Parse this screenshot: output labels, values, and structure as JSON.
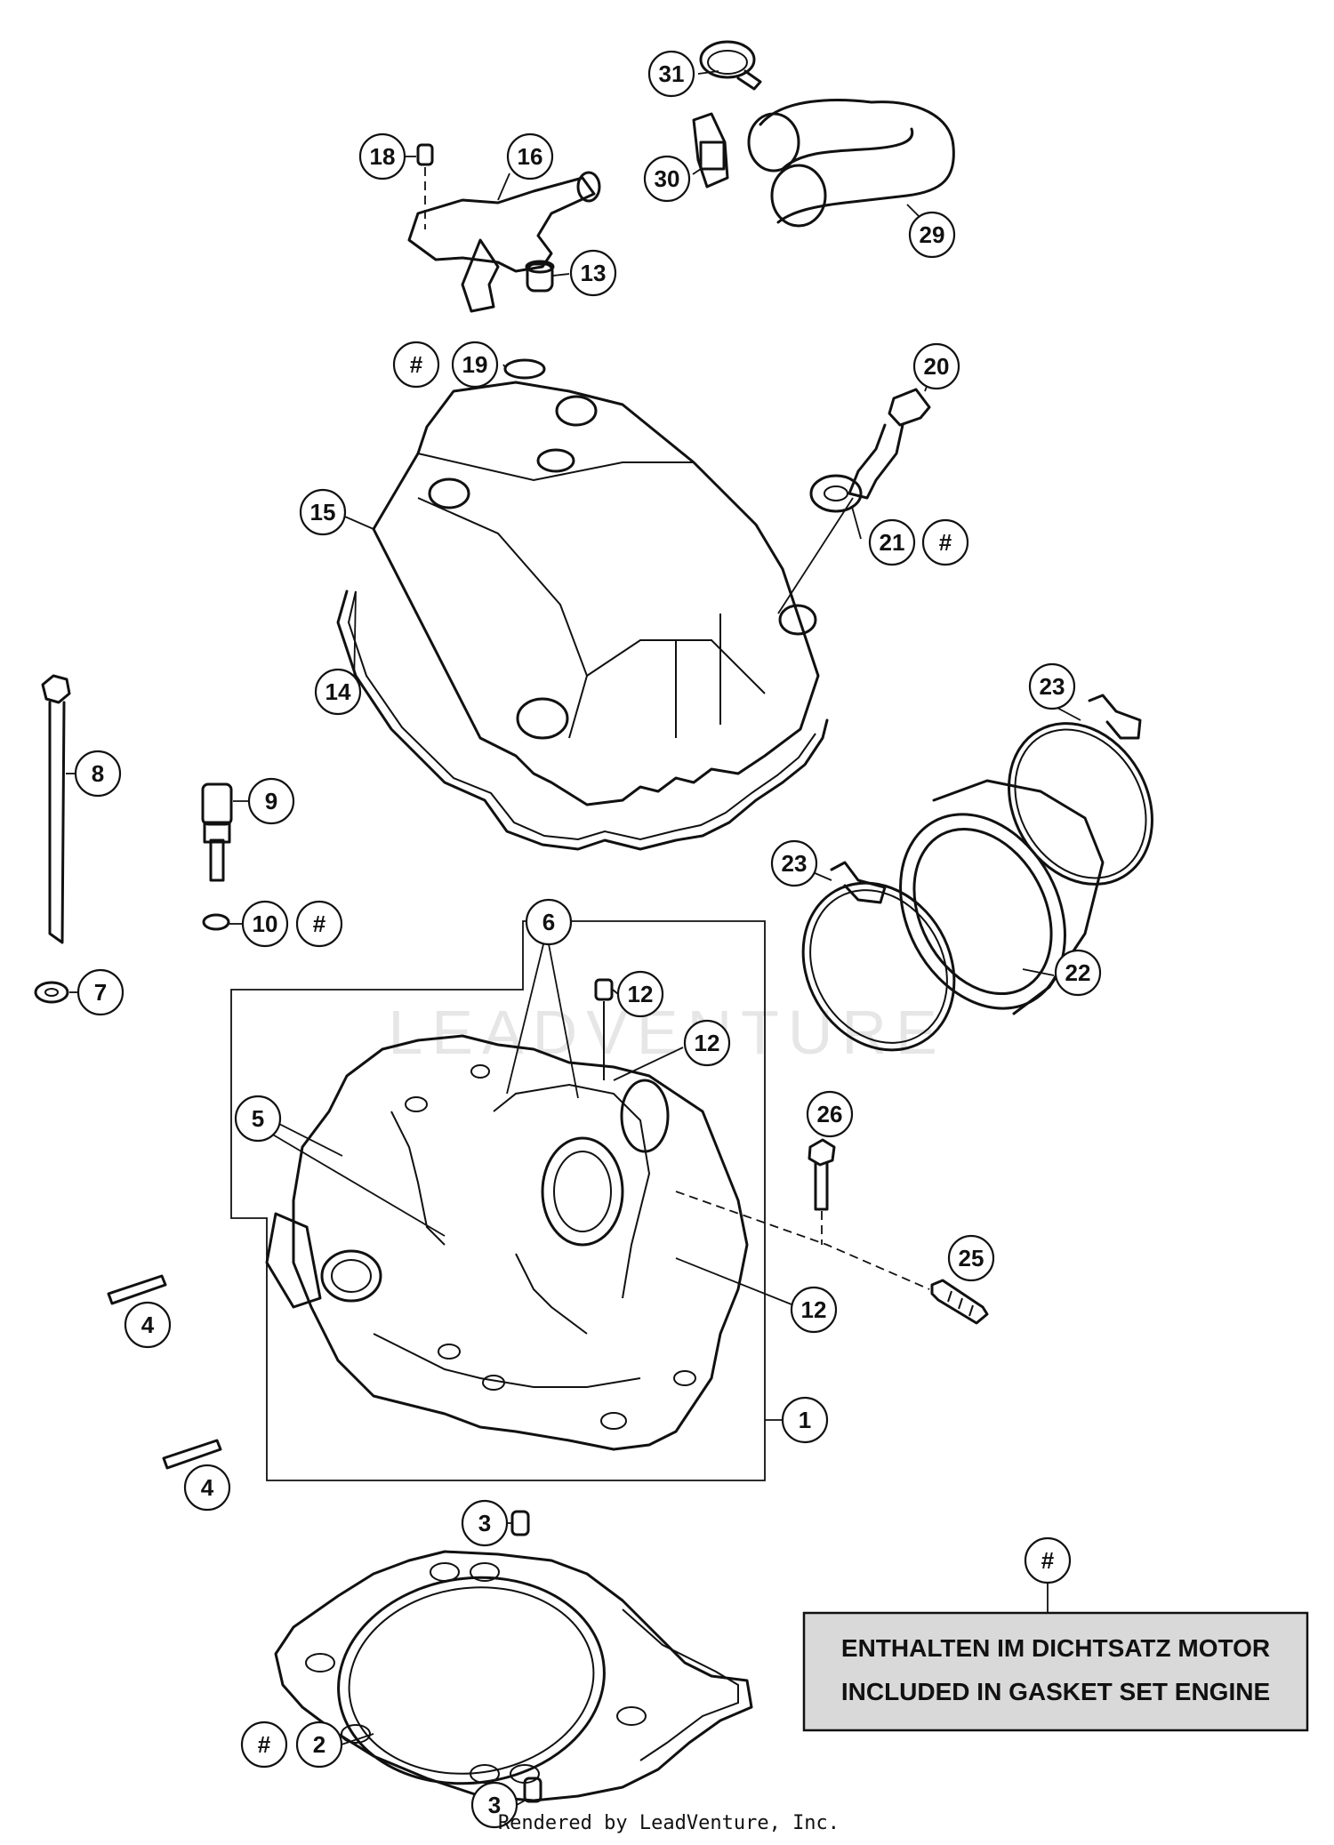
{
  "callouts": [
    {
      "label": "31"
    },
    {
      "label": "18"
    },
    {
      "label": "16"
    },
    {
      "label": "30"
    },
    {
      "label": "29"
    },
    {
      "label": "13"
    },
    {
      "label": "#"
    },
    {
      "label": "19"
    },
    {
      "label": "20"
    },
    {
      "label": "15"
    },
    {
      "label": "21"
    },
    {
      "label": "#"
    },
    {
      "label": "14"
    },
    {
      "label": "23"
    },
    {
      "label": "8"
    },
    {
      "label": "9"
    },
    {
      "label": "23"
    },
    {
      "label": "10"
    },
    {
      "label": "#"
    },
    {
      "label": "7"
    },
    {
      "label": "22"
    },
    {
      "label": "6"
    },
    {
      "label": "12"
    },
    {
      "label": "12"
    },
    {
      "label": "26"
    },
    {
      "label": "5"
    },
    {
      "label": "25"
    },
    {
      "label": "4"
    },
    {
      "label": "12"
    },
    {
      "label": "1"
    },
    {
      "label": "4"
    },
    {
      "label": "3"
    },
    {
      "label": "#"
    },
    {
      "label": "#"
    },
    {
      "label": "2"
    },
    {
      "label": "3"
    }
  ],
  "watermark": "LEADVENTURE",
  "legend": {
    "line1": "ENTHALTEN IM DICHTSATZ MOTOR",
    "line2": "INCLUDED IN GASKET SET ENGINE"
  },
  "footer": "Rendered by LeadVenture, Inc."
}
